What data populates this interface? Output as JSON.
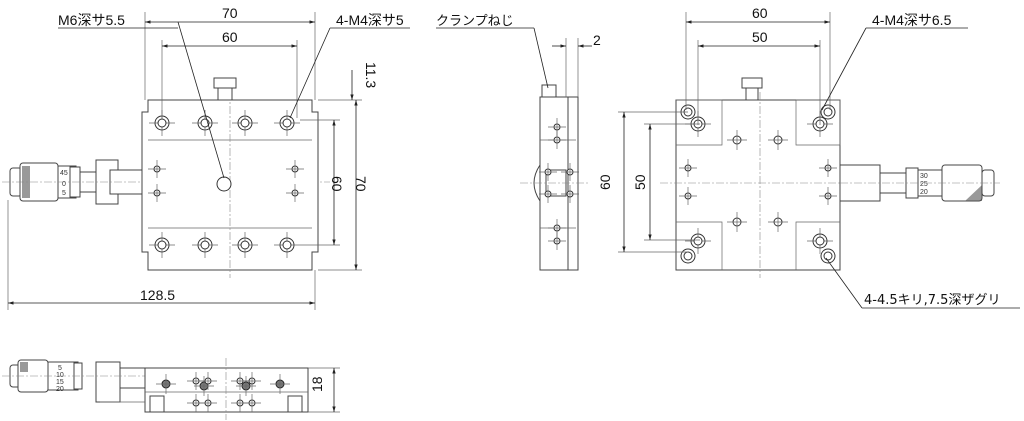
{
  "front_view": {
    "width_outer": "70",
    "width_inner": "60",
    "tap_center": "M6深サ5.5",
    "tap_corner": "4-M4深サ5",
    "offset": "11.3",
    "height_inner": "60",
    "height_outer": "70",
    "total_length": "128.5",
    "scale": [
      "45",
      "0",
      "5"
    ]
  },
  "side_view": {
    "clamp_screw": "クランプねじ",
    "gap": "2"
  },
  "base_view": {
    "width_outer": "60",
    "width_inner": "50",
    "tap_corner": "4-M4深サ6.5",
    "height_outer": "60",
    "height_inner": "50",
    "counterbore": "4-4.5キリ,7.5深ザグリ",
    "scale": [
      "30",
      "25",
      "20"
    ]
  },
  "bottom_view": {
    "height": "18",
    "scale": [
      "5",
      "10",
      "15",
      "20"
    ]
  }
}
